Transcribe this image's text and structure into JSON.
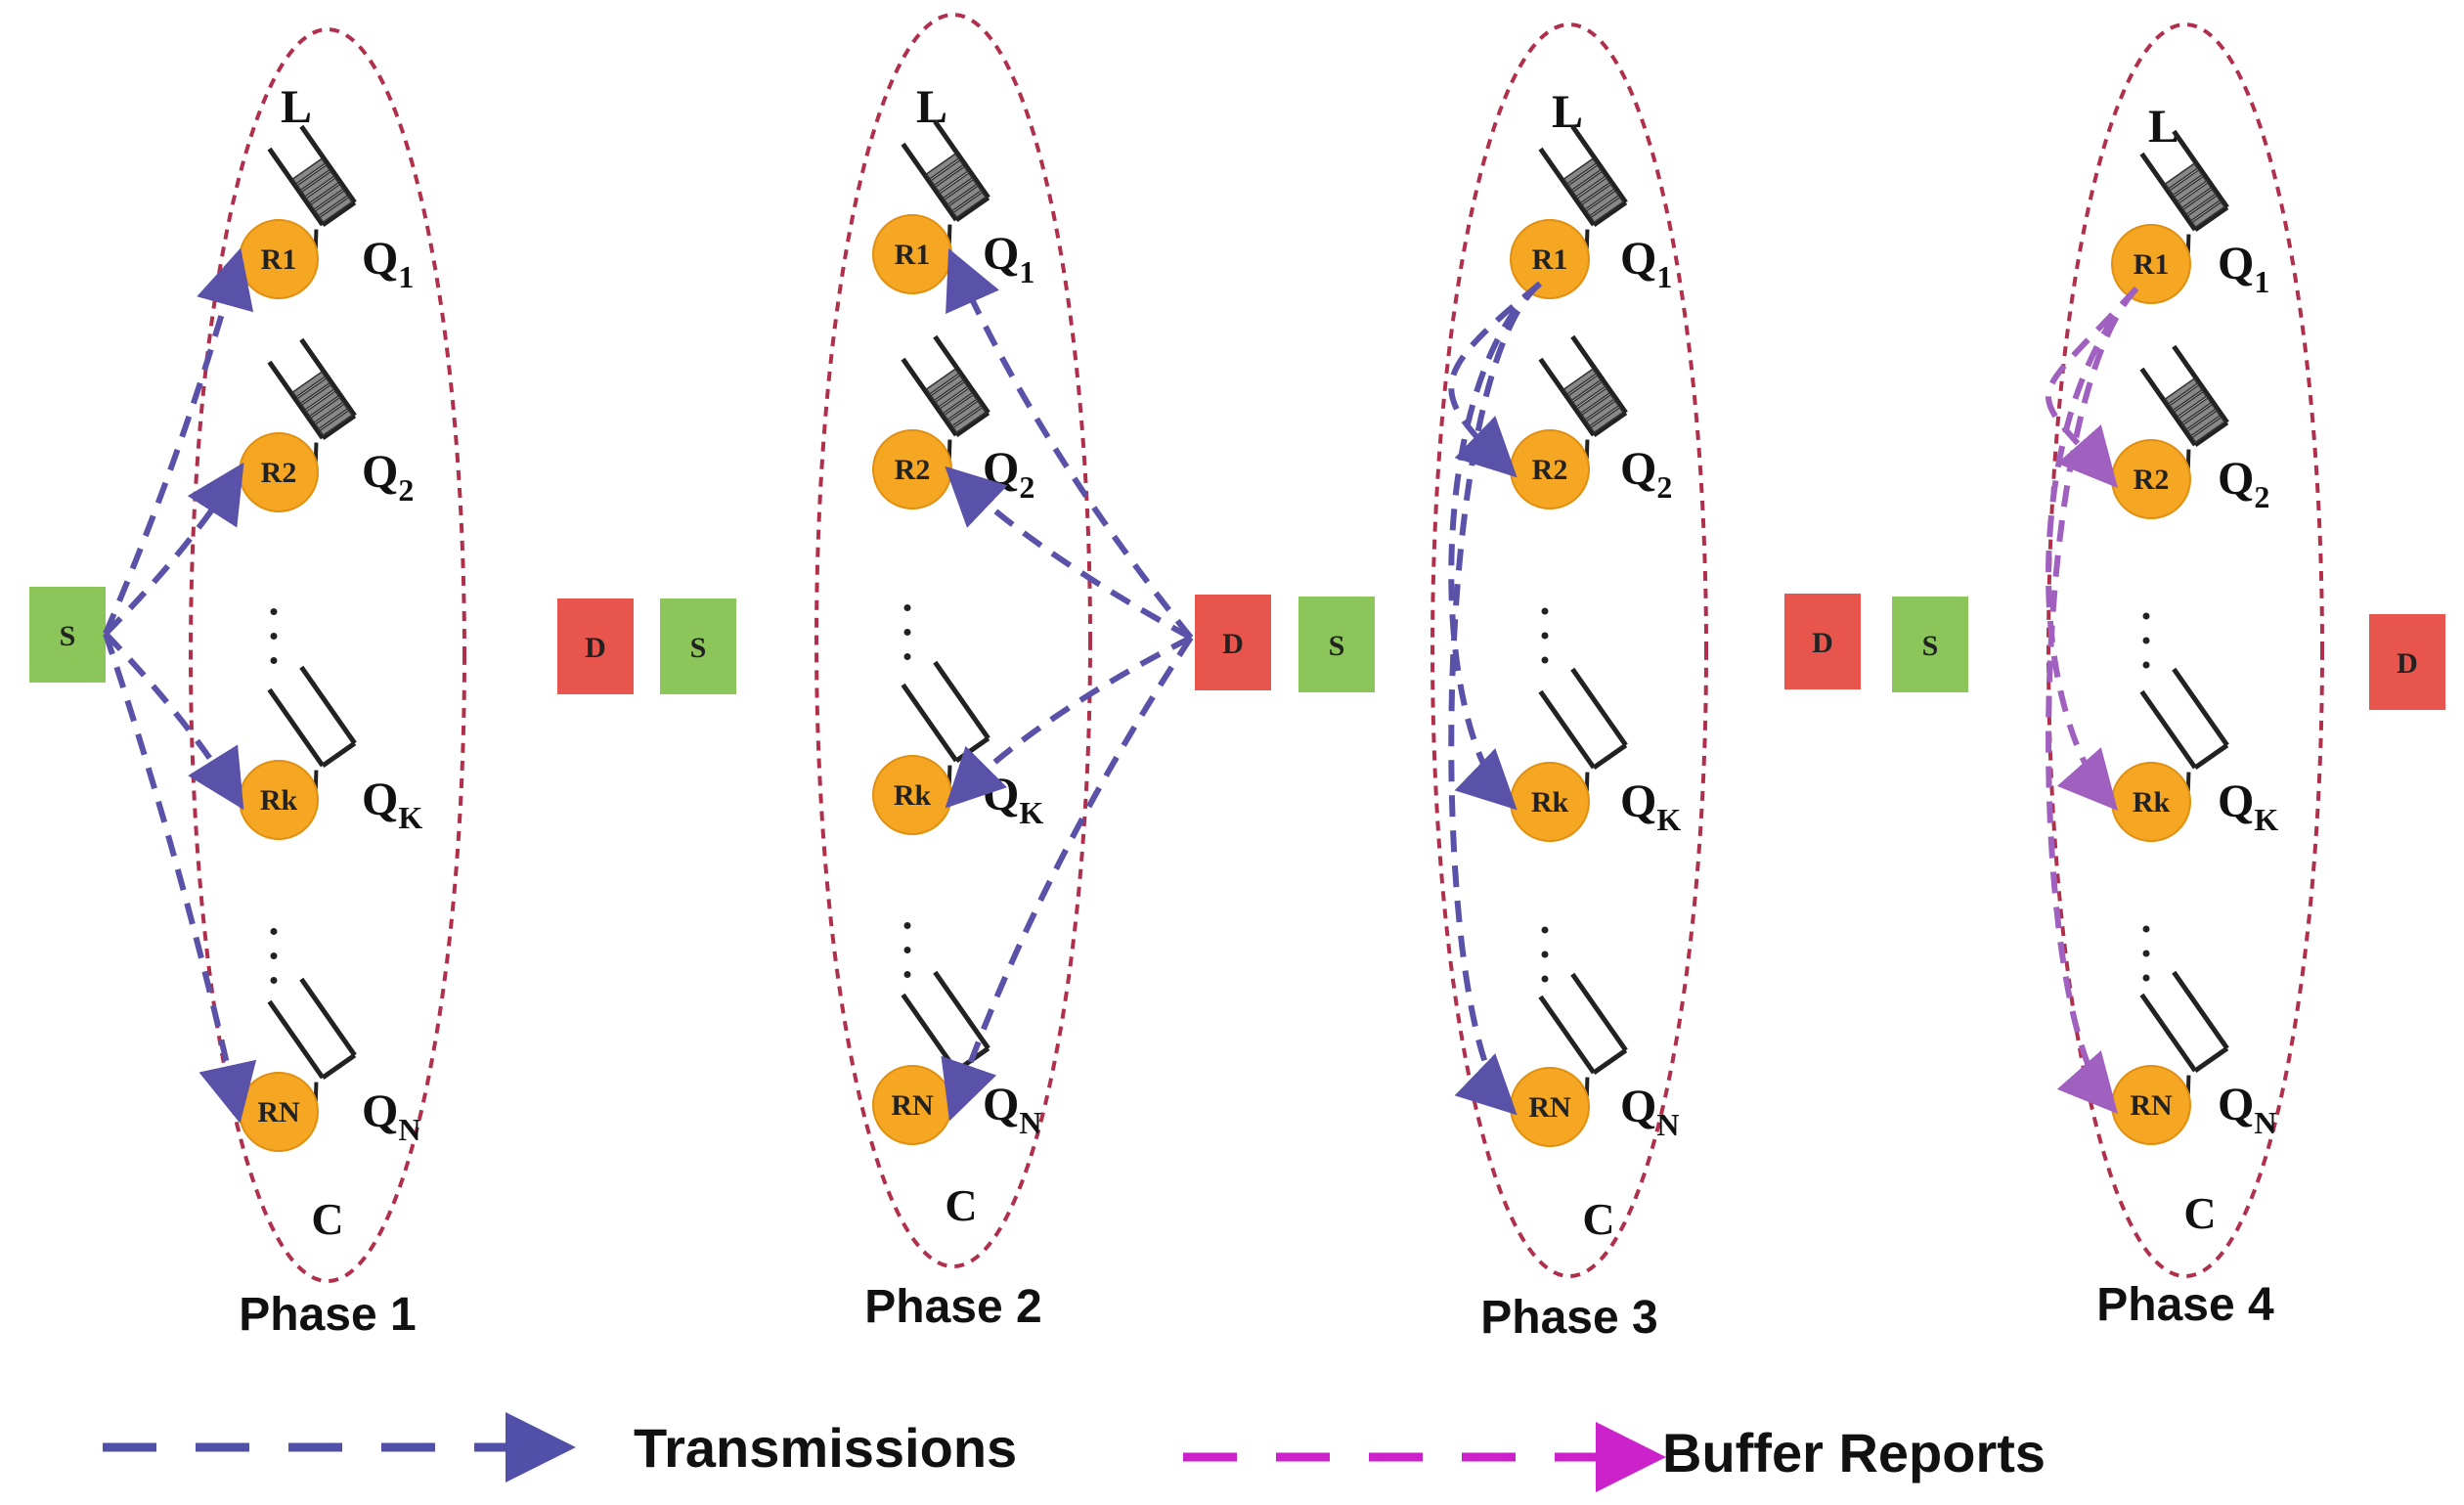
{
  "legend": {
    "transmissions_label": "Transmissions",
    "buffer_reports_label": "Buffer Reports",
    "transmissions_color": "#5050a8",
    "buffer_reports_color": "#cc22cc"
  },
  "colors": {
    "relay_fill": "#f5a623",
    "source_fill": "#8cc65a",
    "destination_fill": "#e8554c",
    "cluster_stroke": "#b0304c",
    "transmission_arrow": "#5a52a8",
    "buffer_report_arrow": "#a060c0"
  },
  "phases": [
    {
      "label": "Phase 1",
      "cluster_label": "C",
      "buffer_label": "L",
      "relays": [
        {
          "label": "R1",
          "queue": "Q",
          "sub": "1"
        },
        {
          "label": "R2",
          "queue": "Q",
          "sub": "2"
        },
        {
          "label": "Rk",
          "queue": "Q",
          "sub": "K"
        },
        {
          "label": "RN",
          "queue": "Q",
          "sub": "N"
        }
      ]
    },
    {
      "label": "Phase 2",
      "cluster_label": "C",
      "buffer_label": "L",
      "relays": [
        {
          "label": "R1",
          "queue": "Q",
          "sub": "1"
        },
        {
          "label": "R2",
          "queue": "Q",
          "sub": "2"
        },
        {
          "label": "Rk",
          "queue": "Q",
          "sub": "K"
        },
        {
          "label": "RN",
          "queue": "Q",
          "sub": "N"
        }
      ]
    },
    {
      "label": "Phase 3",
      "cluster_label": "C",
      "buffer_label": "L",
      "relays": [
        {
          "label": "R1",
          "queue": "Q",
          "sub": "1"
        },
        {
          "label": "R2",
          "queue": "Q",
          "sub": "2"
        },
        {
          "label": "Rk",
          "queue": "Q",
          "sub": "K"
        },
        {
          "label": "RN",
          "queue": "Q",
          "sub": "N"
        }
      ]
    },
    {
      "label": "Phase 4",
      "cluster_label": "C",
      "buffer_label": "L",
      "relays": [
        {
          "label": "R1",
          "queue": "Q",
          "sub": "1"
        },
        {
          "label": "R2",
          "queue": "Q",
          "sub": "2"
        },
        {
          "label": "Rk",
          "queue": "Q",
          "sub": "K"
        },
        {
          "label": "RN",
          "queue": "Q",
          "sub": "N"
        }
      ]
    }
  ],
  "terminals": {
    "source_label": "S",
    "destination_label": "D"
  }
}
